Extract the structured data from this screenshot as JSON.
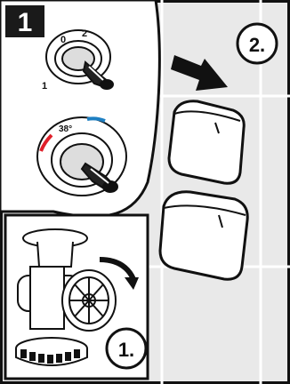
{
  "step_badge": {
    "label": "1",
    "bg": "#1a1a1a",
    "fg": "#ffffff"
  },
  "dial_top": {
    "marks": [
      "1",
      "2",
      "0"
    ]
  },
  "dial_bottom": {
    "mark": "38°",
    "hot_color": "#e0202a",
    "cold_color": "#1e7fc2"
  },
  "callouts": {
    "remove_knob": "1.",
    "remove_handle": "2."
  },
  "colors": {
    "wall": "#e9e9e9",
    "tile_line": "#ffffff",
    "ink": "#111111",
    "plate": "#ffffff"
  }
}
